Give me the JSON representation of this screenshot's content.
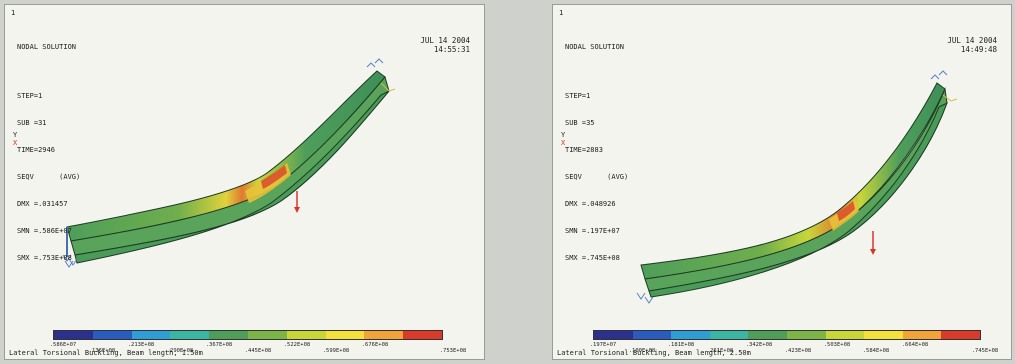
{
  "left": {
    "window_number": "1",
    "lines": [
      "NODAL SOLUTION",
      "STEP=1",
      "SUB =31",
      "TIME=2946",
      "SEQV      (AVG)",
      "DMX =.031457",
      "SMN =.586E+07",
      "SMX =.753E+08"
    ],
    "date": "JUL 14 2004",
    "time": "14:55:31",
    "axis_y": "Y",
    "axis_x": "X",
    "legend_top": [
      ".586E+07",
      ".213E+08",
      ".367E+08",
      ".522E+08",
      ".676E+08"
    ],
    "legend_bottom": [
      ".136E+08",
      ".290E+08",
      ".445E+08",
      ".599E+08",
      ".753E+08"
    ],
    "caption": "Lateral Torsional Buckling, Beam length, 1.50m"
  },
  "right": {
    "window_number": "1",
    "lines": [
      "NODAL SOLUTION",
      "STEP=1",
      "SUB =35",
      "TIME=2883",
      "SEQV      (AVG)",
      "DMX =.048926",
      "SMN =.197E+07",
      "SMX =.745E+08"
    ],
    "date": "JUL 14 2004",
    "time": "14:49:48",
    "axis_y": "Y",
    "axis_x": "X",
    "legend_top": [
      ".197E+07",
      ".181E+08",
      ".342E+08",
      ".503E+08",
      ".664E+08"
    ],
    "legend_bottom": [
      ".100E+08",
      ".261E+08",
      ".423E+08",
      ".584E+08",
      ".745E+08"
    ],
    "caption": "Lateral Torsional Buckling, Beam length, 2.50m"
  },
  "colors": {
    "contours": [
      "#2b2f8e",
      "#2a5bbf",
      "#2f9dd6",
      "#3bb6a5",
      "#4e9e5a",
      "#7cb546",
      "#c8d63a",
      "#f4e23a",
      "#f2a33a",
      "#d93b2b"
    ],
    "arrow": "#d6362a",
    "support": "#5b7fc0"
  }
}
